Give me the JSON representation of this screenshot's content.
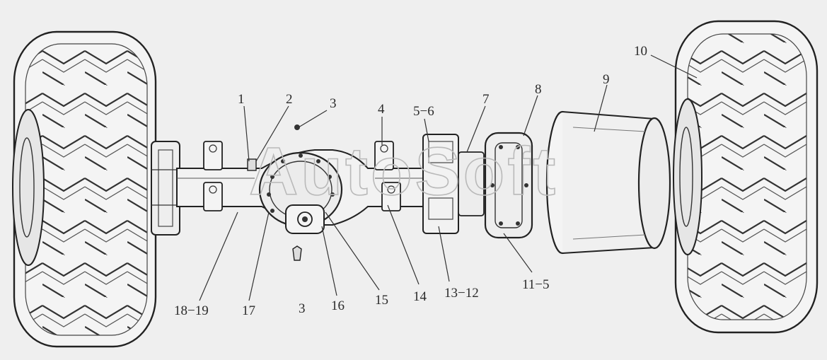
{
  "diagram": {
    "watermark": "AutoSoft",
    "callouts": [
      {
        "id": "c1",
        "label": "1"
      },
      {
        "id": "c2",
        "label": "2"
      },
      {
        "id": "c3a",
        "label": "3"
      },
      {
        "id": "c4",
        "label": "4"
      },
      {
        "id": "c56",
        "label": "5−6"
      },
      {
        "id": "c7",
        "label": "7"
      },
      {
        "id": "c8",
        "label": "8"
      },
      {
        "id": "c9",
        "label": "9"
      },
      {
        "id": "c10",
        "label": "10"
      },
      {
        "id": "c1819",
        "label": "18−19"
      },
      {
        "id": "c17",
        "label": "17"
      },
      {
        "id": "c3b",
        "label": "3"
      },
      {
        "id": "c16",
        "label": "16"
      },
      {
        "id": "c15",
        "label": "15"
      },
      {
        "id": "c14",
        "label": "14"
      },
      {
        "id": "c1312",
        "label": "13−12"
      },
      {
        "id": "c115",
        "label": "11−5"
      }
    ]
  }
}
